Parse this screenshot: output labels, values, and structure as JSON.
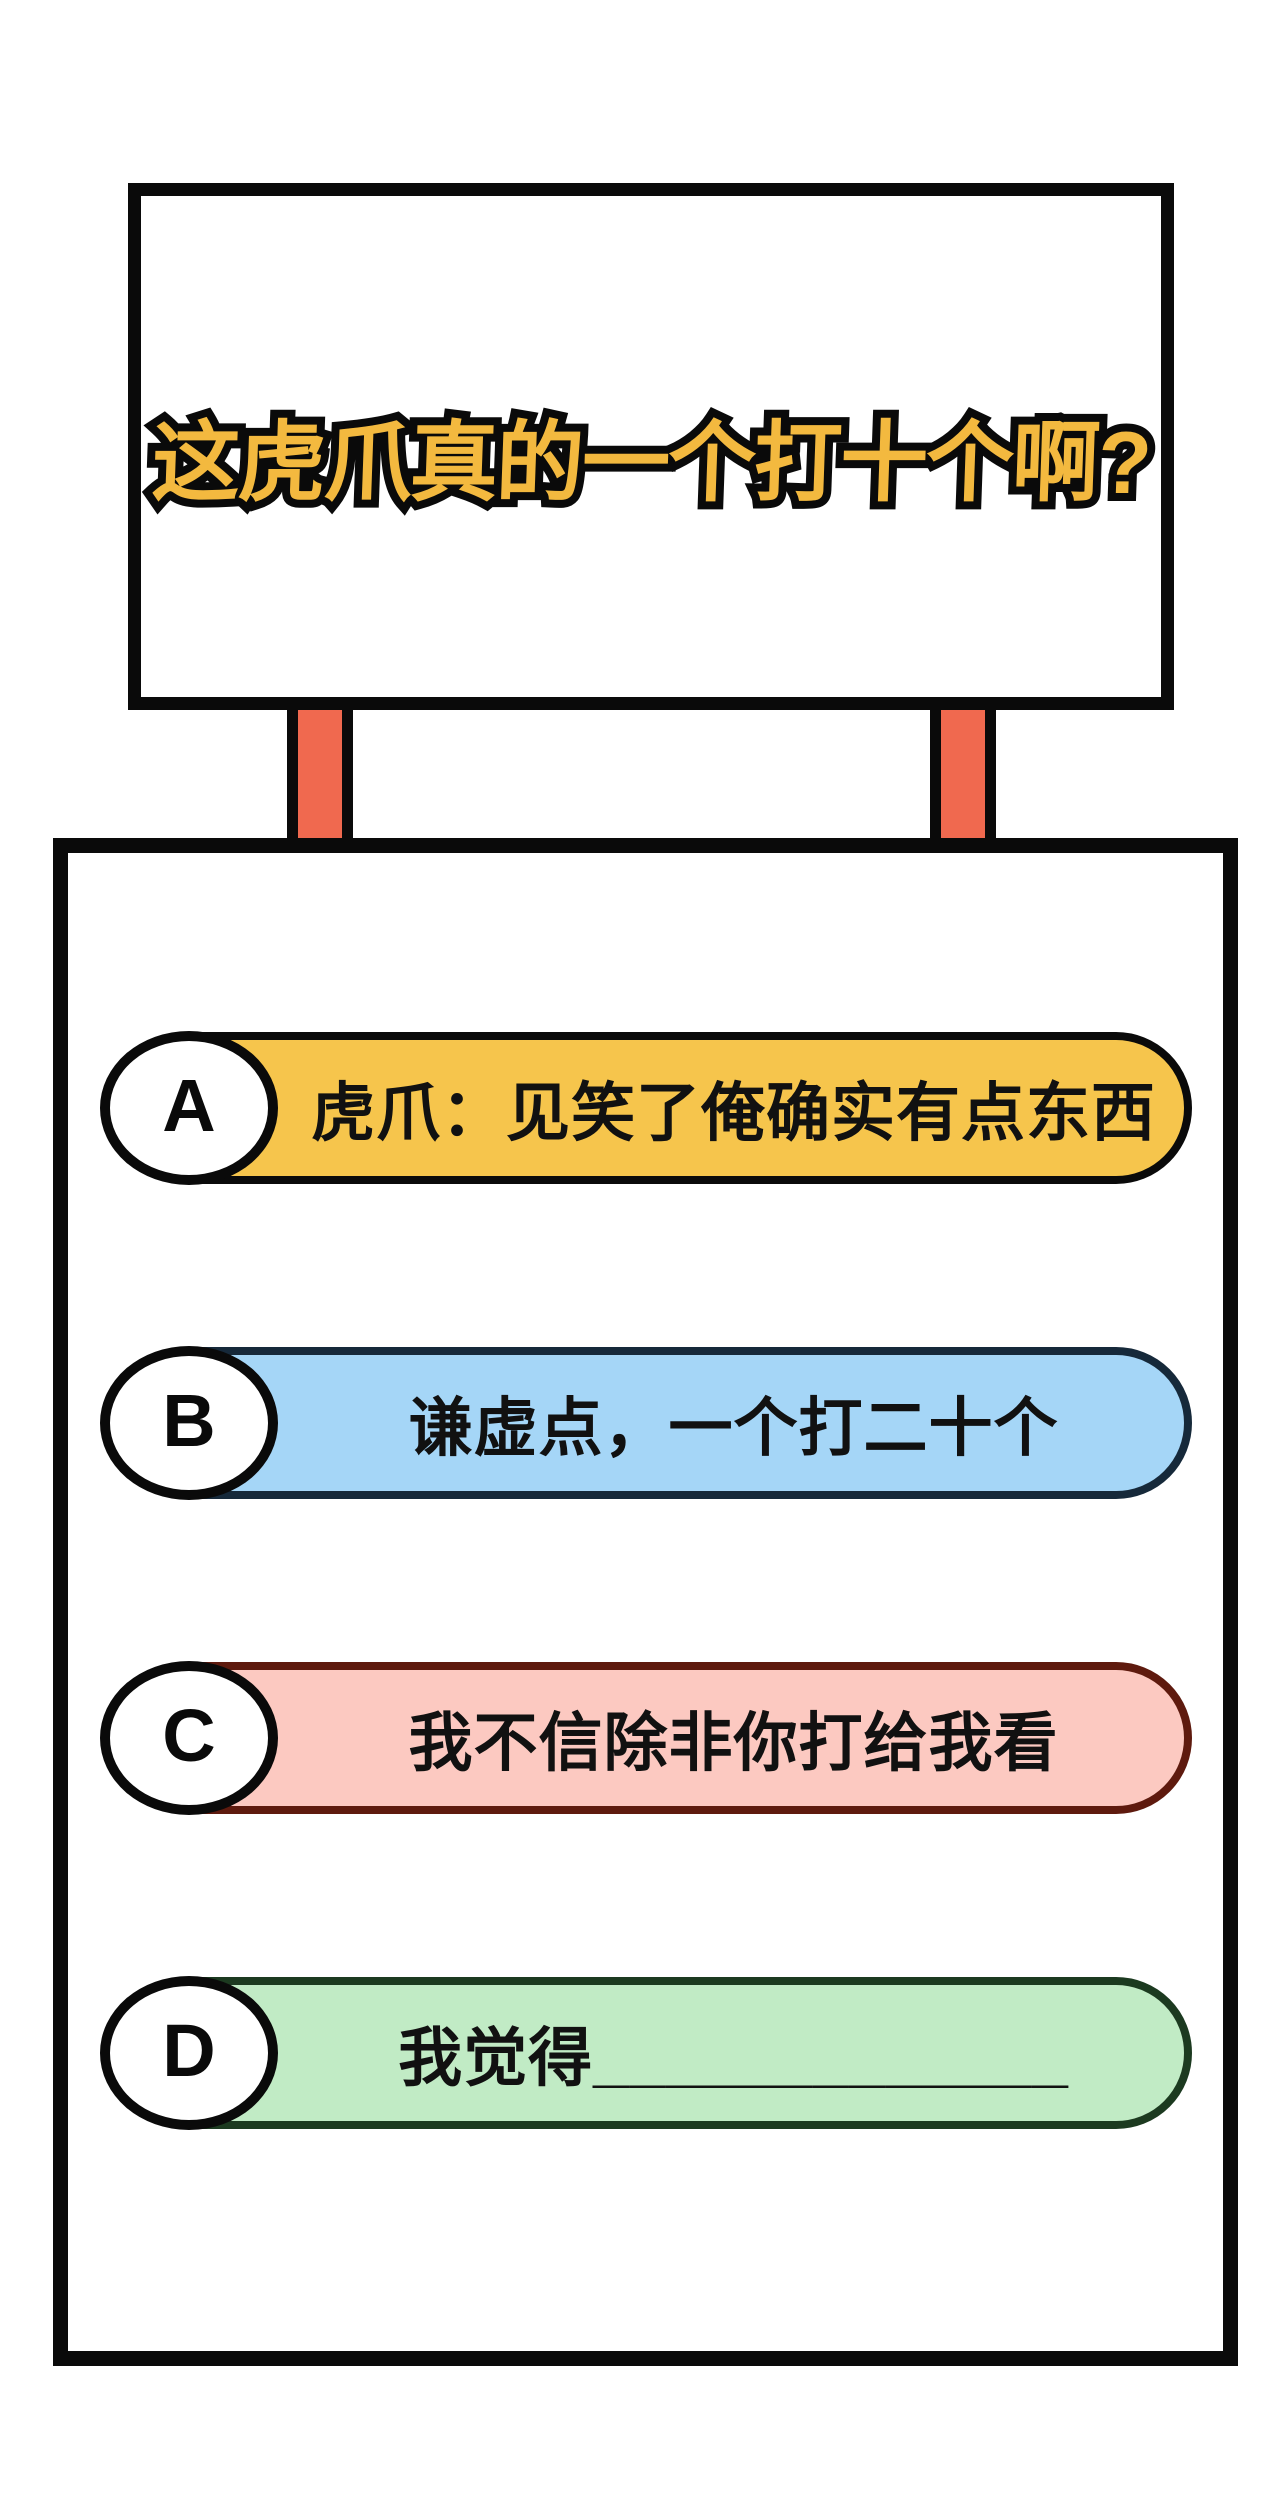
{
  "board": {
    "title": "这虎爪真的一个打十个啊?"
  },
  "options": [
    {
      "letter": "A",
      "label": "虎爪：见笑了俺确实有点东西",
      "fill": "#F6C54C",
      "border": "#0A0A0A"
    },
    {
      "letter": "B",
      "label": "谦虚点，一个打二十个",
      "fill": "#A5D6F7",
      "border": "#16293A"
    },
    {
      "letter": "C",
      "label": "我不信除非你打给我看",
      "fill": "#FCC9C1",
      "border": "#5E1A0E"
    },
    {
      "letter": "D",
      "label": "我觉得_____________",
      "fill": "#C1EBC5",
      "border": "#1C3A20"
    }
  ],
  "colors": {
    "title_fill": "#F3B93F",
    "outline_black": "#0A0A0A",
    "post_red": "#F0694F",
    "background": "#FFFFFF"
  }
}
